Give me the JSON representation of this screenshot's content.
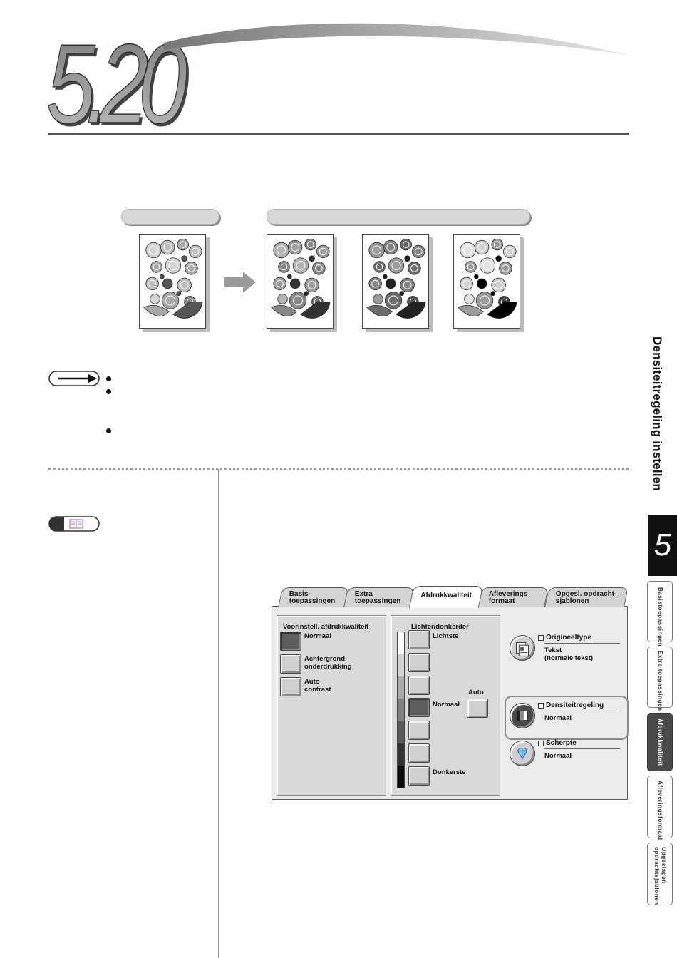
{
  "chapter": {
    "number": "5.20",
    "side_title": "Densiteitregeling instellen",
    "tab_number": "5"
  },
  "chapter_index": [
    {
      "label": "Basistoepassingen",
      "active": false
    },
    {
      "label": "Extra toepassingen",
      "active": false
    },
    {
      "label": "Afdrukkwaliteit",
      "active": true
    },
    {
      "label": "Afleveringsformaat",
      "active": false
    },
    {
      "label": "Opgeslagen opdrachtsjablonen",
      "active": false
    }
  ],
  "ui": {
    "tabs": [
      {
        "label": "Basis- toepassingen",
        "active": false
      },
      {
        "label": "Extra toepassingen",
        "active": false
      },
      {
        "label": "Afdrukkwaliteit",
        "active": true
      },
      {
        "label": "Afleverings formaat",
        "active": false
      },
      {
        "label": "Opgesl. opdracht- sjablonen",
        "active": false
      }
    ],
    "preset_panel": {
      "title": "Voorinstell. afdrukkwaliteit",
      "options": [
        {
          "label": "Normaal",
          "label2": "",
          "selected": true
        },
        {
          "label": "Achtergrond-",
          "label2": "onderdrukking",
          "selected": false
        },
        {
          "label": "Auto",
          "label2": "contrast",
          "selected": false
        }
      ]
    },
    "density_panel": {
      "title": "Lichter/donkerder",
      "lightest": "Lichtste",
      "normal": "Normaal",
      "darkest": "Donkerste",
      "auto": "Auto",
      "levels": 7,
      "selected_level": 4
    },
    "features": [
      {
        "name": "Origineeltype",
        "value": "Tekst",
        "value2": "(normale tekst)",
        "highlighted": false
      },
      {
        "name": "Densiteitregeling",
        "value": "Normaal",
        "value2": "",
        "highlighted": true
      },
      {
        "name": "Scherpte",
        "value": "Normaal",
        "value2": "",
        "highlighted": false
      }
    ]
  },
  "colors": {
    "header_rule": "#555555",
    "active_index": "#4a4a4a",
    "chapter_tab": "#111111"
  }
}
